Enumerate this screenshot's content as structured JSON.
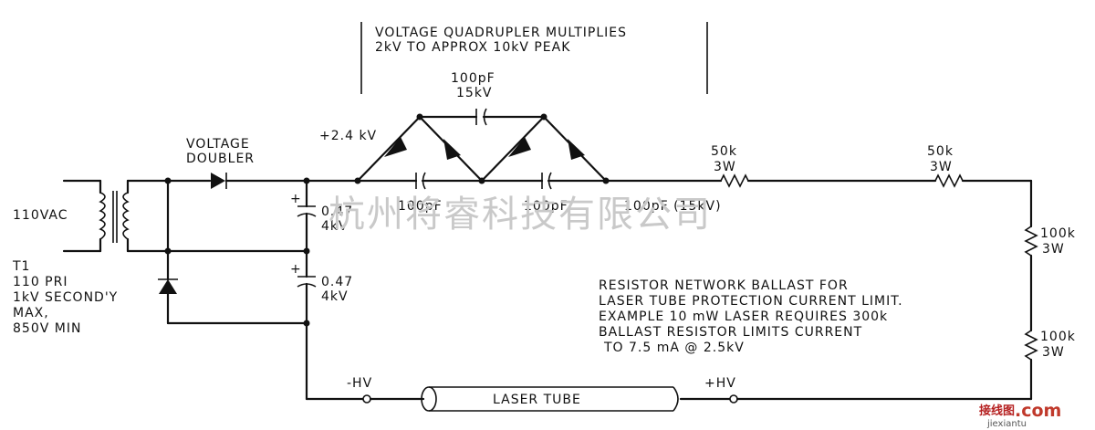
{
  "quadrupler_note": [
    "VOLTAGE  QUADRUPLER  MULTIPLIES",
    "2kV  TO  APPROX  10kV  PEAK"
  ],
  "top_cap": [
    "100pF",
    "15kV"
  ],
  "plus_24": "+2.4 kV",
  "doubler": [
    "VOLTAGE",
    "DOUBLER"
  ],
  "input_voltage": "110VAC",
  "transformer": [
    "T1",
    "110 PRI",
    "1kV SECOND'Y",
    "MAX,",
    "850V MIN"
  ],
  "cap_a": [
    "0.47",
    "4kV"
  ],
  "cap_b": [
    "0.47",
    "4kV"
  ],
  "plus_sign": "+",
  "bottom_cap1": "100pF",
  "bottom_cap2": "100pF",
  "bottom_cap3": "100pF (15kV)",
  "res1": [
    "50k",
    "3W"
  ],
  "res2": [
    "50k",
    "3W"
  ],
  "res3": [
    "100k",
    "3W"
  ],
  "res4": [
    "100k",
    "3W"
  ],
  "ballast_note": [
    "RESISTOR  NETWORK  BALLAST  FOR",
    "LASER  TUBE  PROTECTION  CURRENT  LIMIT.",
    "EXAMPLE  10 mW  LASER  REQUIRES  300k",
    "BALLAST  RESISTOR  LIMITS  CURRENT",
    "TO  7.5 mA  @  2.5kV"
  ],
  "neg_hv": "-HV",
  "pos_hv": "+HV",
  "laser_tube": "LASER  TUBE",
  "watermark": "杭州将睿科技有限公司",
  "brand": {
    "cn": "接线图",
    "dotcom": ".com",
    "latin": "jiexiantu"
  }
}
